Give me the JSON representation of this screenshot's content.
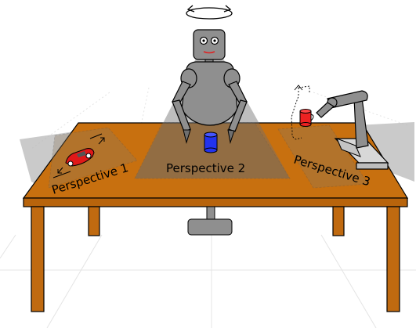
{
  "labels": {
    "perspective_1": "Perspective 1",
    "perspective_2": "Perspective 2",
    "perspective_3": "Perspective 3"
  },
  "colors": {
    "table_top": "#c8700f",
    "table_edge": "#a85a08",
    "table_leg": "#c06a10",
    "robot_gray": "#8f8f8f",
    "robot_dark": "#6f6f6f",
    "view_shade": "#9a9a9a",
    "cup_blue": "#2233ee",
    "cup_red": "#ee2222",
    "car_red": "#e01818",
    "mouth_red": "#e02020"
  }
}
